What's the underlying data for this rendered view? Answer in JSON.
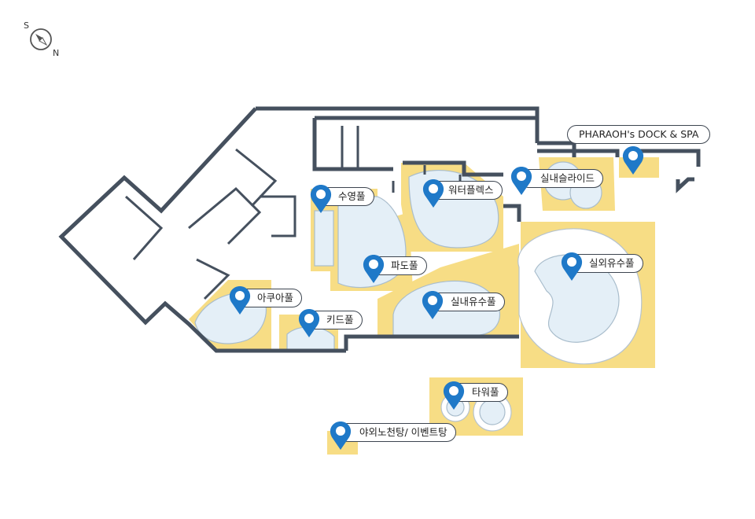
{
  "compass": {
    "south": "S",
    "north": "N"
  },
  "colors": {
    "wall": "#45505e",
    "zone": "#f7dd85",
    "water": "#e4eff7",
    "pin": "#1f79c8"
  },
  "labels": {
    "pharaoh": "PHARAOH's DOCK & SPA",
    "swimming_pool": "수영풀",
    "water_plex": "워터플렉스",
    "indoor_slide": "실내슬라이드",
    "wave_pool": "파도풀",
    "outdoor_pool": "실외유수풀",
    "aqua_pool": "아쿠아풀",
    "indoor_pool": "실내유수풀",
    "kids_pool": "키드풀",
    "tower_pool": "타워풀",
    "open_bath": "야외노천탕/ 이벤트탕"
  }
}
